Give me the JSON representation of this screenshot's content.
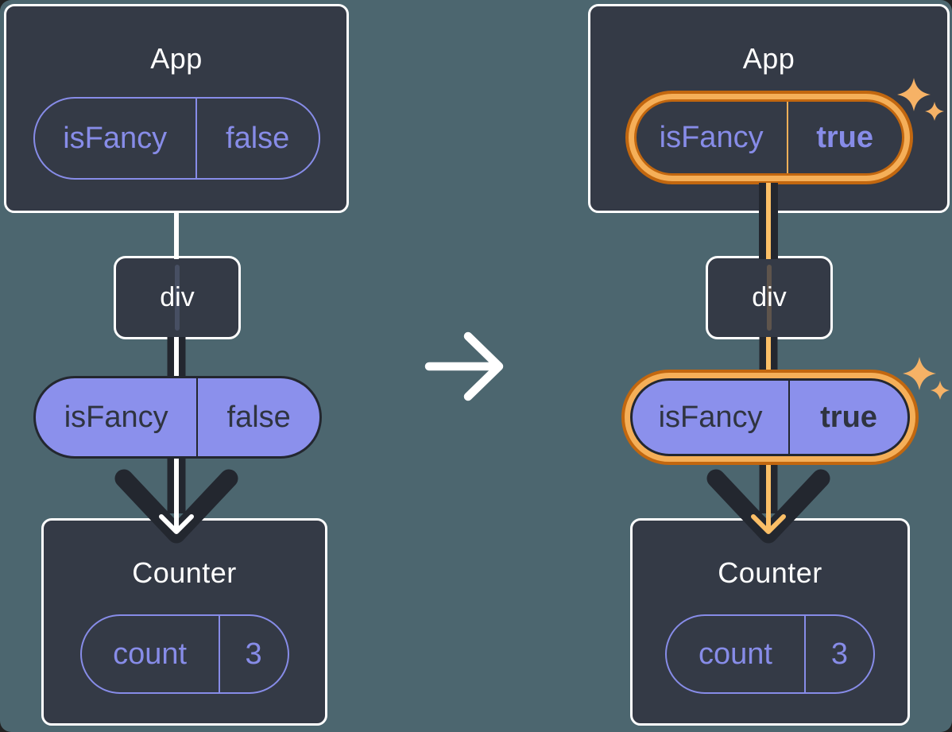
{
  "diagram": {
    "before": {
      "app": {
        "title": "App",
        "prop": {
          "key": "isFancy",
          "value": "false"
        }
      },
      "middle": {
        "label": "div"
      },
      "prop_pill": {
        "key": "isFancy",
        "value": "false"
      },
      "counter": {
        "title": "Counter",
        "state": {
          "key": "count",
          "value": "3"
        }
      }
    },
    "after": {
      "app": {
        "title": "App",
        "prop": {
          "key": "isFancy",
          "value": "true"
        }
      },
      "middle": {
        "label": "div"
      },
      "prop_pill": {
        "key": "isFancy",
        "value": "true"
      },
      "counter": {
        "title": "Counter",
        "state": {
          "key": "count",
          "value": "3"
        }
      }
    }
  },
  "icons": {
    "transition": "arrow-right-icon",
    "flow": "arrow-down-icon",
    "highlight": "sparkles-icon"
  },
  "colors": {
    "background": "#4C666F",
    "panel_bg": "#343A46",
    "panel_border": "#FFFFFF",
    "purple": "#878CE8",
    "purple_fill": "#8B90EC",
    "dark": "#23272F",
    "dark_text": "#2F3440",
    "orange_light": "#F5AF58",
    "orange_stripe": "#FBBF67",
    "orange_dark": "#C2670F",
    "sparkle": "#F6B266"
  }
}
